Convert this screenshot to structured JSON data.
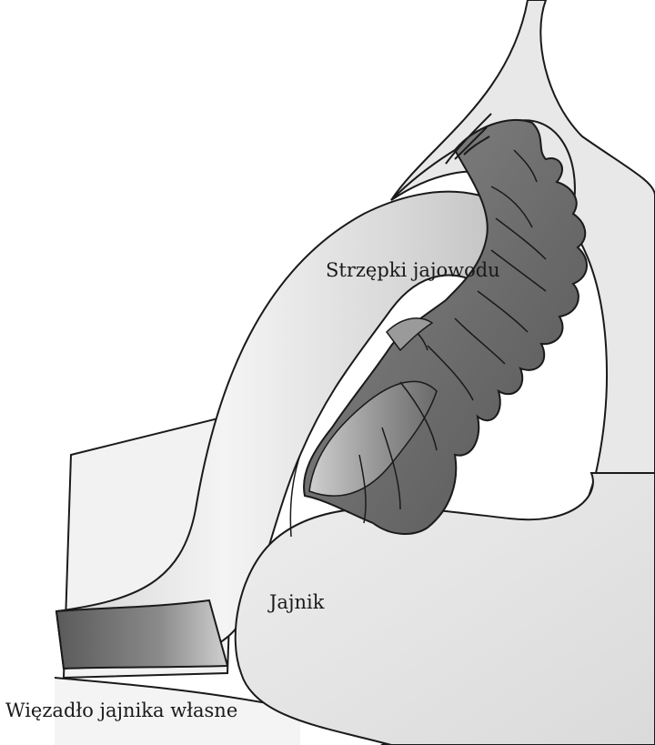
{
  "labels": {
    "fimbriae": "Strzępki jajowodu",
    "ovary": "Jajnik",
    "ligament": "Więzadło jajnika własne"
  },
  "colors": {
    "outline": "#1a1a1a",
    "tissue_light": "#e6e6e6",
    "tissue_mid": "#c9c9c9",
    "fimbriae_dark": "#6c6c6c",
    "fimbriae_mid": "#8e8e8e",
    "background": "#ffffff"
  }
}
